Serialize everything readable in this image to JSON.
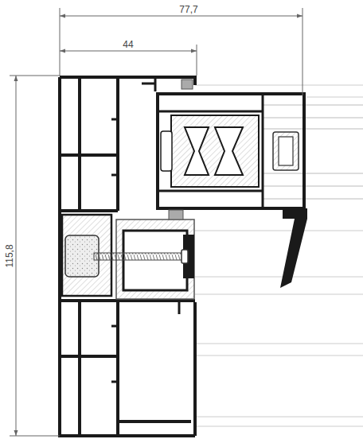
{
  "diagram": {
    "labels": [
      "77,7",
      "44",
      "115,8"
    ]
  }
}
